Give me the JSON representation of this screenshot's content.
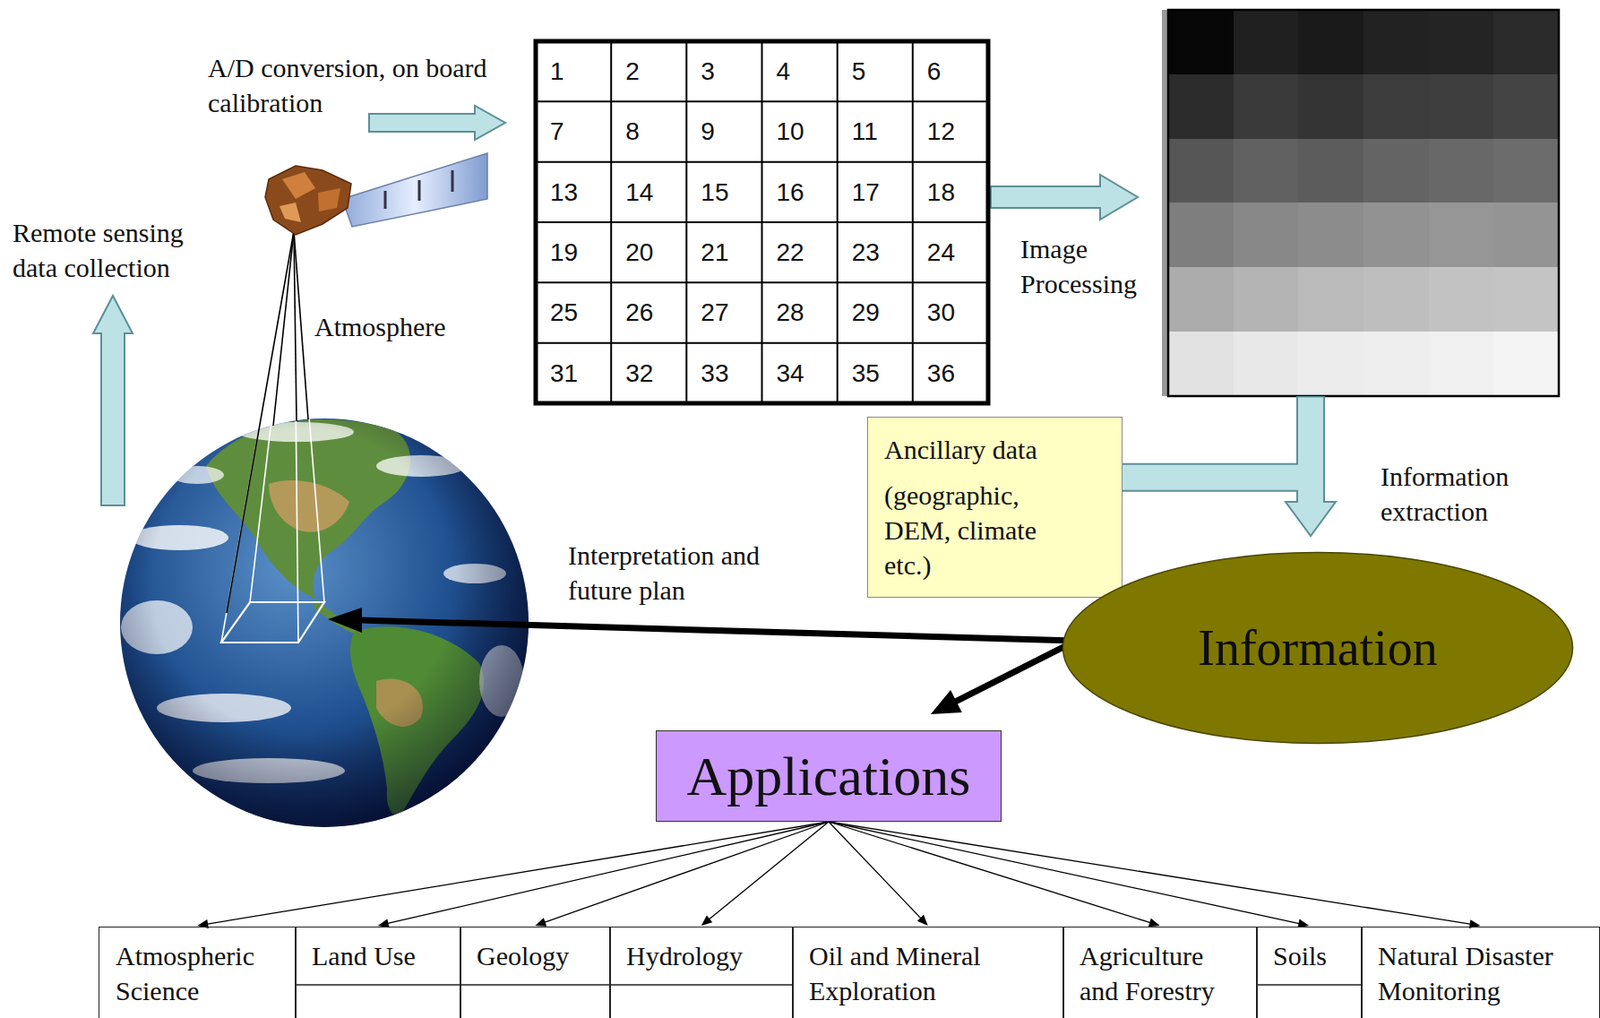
{
  "diagram": {
    "nodes": [
      {
        "text": [
          "Ancillary data",
          "(geographic, DEM, climate etc.)"
        ]
      },
      {
        "text": [
          "Information"
        ]
      },
      {
        "text": [
          "Applications"
        ]
      },
      {
        "text": [
          "Atmospheric Science"
        ]
      },
      {
        "text": [
          "Land Use"
        ]
      },
      {
        "text": [
          "Geology"
        ]
      },
      {
        "text": [
          "Hydrology"
        ]
      },
      {
        "text": [
          "Oil and Mineral Exploration"
        ]
      },
      {
        "text": [
          "Agriculture and Forestry"
        ]
      },
      {
        "text": [
          "Soils"
        ]
      },
      {
        "text": [
          "Natural Disaster Monitoring"
        ]
      }
    ],
    "edges": [
      {
        "from": 0,
        "to": 1,
        "arrow": "to"
      },
      {
        "from": 1,
        "to": 2,
        "arrow": "to"
      },
      {
        "from": 2,
        "to": 3,
        "arrow": "to"
      },
      {
        "from": 2,
        "to": 4,
        "arrow": "to"
      },
      {
        "from": 2,
        "to": 5,
        "arrow": "to"
      },
      {
        "from": 2,
        "to": 6,
        "arrow": "to"
      },
      {
        "from": 2,
        "to": 7,
        "arrow": "to"
      },
      {
        "from": 2,
        "to": 8,
        "arrow": "to"
      },
      {
        "from": 2,
        "to": 9,
        "arrow": "to"
      },
      {
        "from": 2,
        "to": 10,
        "arrow": "to"
      }
    ],
    "labels": [
      "A/D conversion, on board calibration",
      "1",
      "2",
      "3",
      "4",
      "5",
      "6",
      "7",
      "8",
      "9",
      "10",
      "11",
      "12",
      "13",
      "14",
      "15",
      "16",
      "17",
      "18",
      "19",
      "20",
      "21",
      "22",
      "23",
      "24",
      "25",
      "26",
      "27",
      "28",
      "29",
      "30",
      "31",
      "32",
      "33",
      "34",
      "35",
      "36",
      "Remote sensing data collection",
      "Image Processing",
      "Atmosphere",
      "Information extraction",
      "Interpretation and future plan"
    ]
  }
}
